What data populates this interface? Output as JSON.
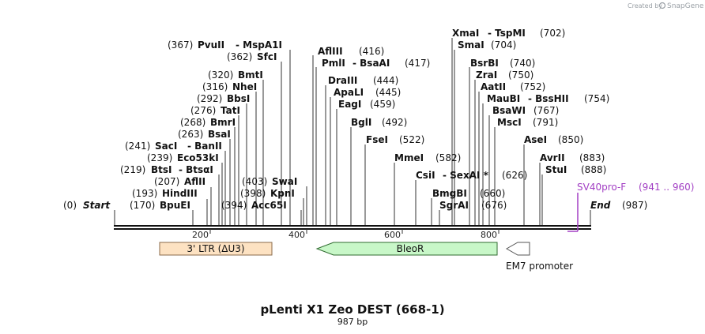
{
  "credit": {
    "text": "Created by",
    "brand": "SnapGene"
  },
  "title": "pLenti X1 Zeo DEST (668-1)",
  "subtitle": "987 bp",
  "ruler": {
    "ticks": [
      "200",
      "400",
      "600",
      "800"
    ]
  },
  "sites": [
    {
      "name": "Start",
      "pos": "(0)"
    },
    {
      "name": "End",
      "pos": "(987)"
    },
    {
      "name": "BpuEI",
      "pos": "(170)"
    },
    {
      "name": "HindIII",
      "pos": "(193)"
    },
    {
      "name": "AflII",
      "pos": "(207)"
    },
    {
      "name": "BtsI",
      "pos": "(219)",
      "extra": "- BtsαI"
    },
    {
      "name": "Eco53kI",
      "pos": "(239)"
    },
    {
      "name": "SacI",
      "pos": "(241)",
      "extra": "- BanII"
    },
    {
      "name": "BsaI",
      "pos": "(263)"
    },
    {
      "name": "BmrI",
      "pos": "(268)"
    },
    {
      "name": "TatI",
      "pos": "(276)"
    },
    {
      "name": "BbsI",
      "pos": "(292)"
    },
    {
      "name": "NheI",
      "pos": "(316)"
    },
    {
      "name": "BmtI",
      "pos": "(320)"
    },
    {
      "name": "SfcI",
      "pos": "(362)"
    },
    {
      "name": "PvuII",
      "pos": "(367)",
      "extra": "- MspA1I"
    },
    {
      "name": "Acc65I",
      "pos": "(394)"
    },
    {
      "name": "KpnI",
      "pos": "(398)"
    },
    {
      "name": "SwaI",
      "pos": "(403)"
    },
    {
      "name": "AflIII",
      "pos": "(416)"
    },
    {
      "name": "PmlI",
      "pos": "(417)",
      "extra": "- BsaAI"
    },
    {
      "name": "DraIII",
      "pos": "(444)"
    },
    {
      "name": "ApaLI",
      "pos": "(445)"
    },
    {
      "name": "EagI",
      "pos": "(459)"
    },
    {
      "name": "BglI",
      "pos": "(492)"
    },
    {
      "name": "FseI",
      "pos": "(522)"
    },
    {
      "name": "MmeI",
      "pos": "(582)"
    },
    {
      "name": "CsiI",
      "pos": "(626)",
      "extra": "- SexAI *"
    },
    {
      "name": "BmgBI",
      "pos": "(660)"
    },
    {
      "name": "SgrAI",
      "pos": "(676)"
    },
    {
      "name": "XmaI",
      "pos": "(702)",
      "extra": "- TspMI"
    },
    {
      "name": "SmaI",
      "pos": "(704)"
    },
    {
      "name": "BsrBI",
      "pos": "(740)"
    },
    {
      "name": "ZraI",
      "pos": "(750)"
    },
    {
      "name": "AatII",
      "pos": "(752)"
    },
    {
      "name": "MauBI",
      "pos": "(754)",
      "extra": "- BssHII"
    },
    {
      "name": "BsaWI",
      "pos": "(767)"
    },
    {
      "name": "MscI",
      "pos": "(791)"
    },
    {
      "name": "AseI",
      "pos": "(850)"
    },
    {
      "name": "AvrII",
      "pos": "(883)"
    },
    {
      "name": "StuI",
      "pos": "(888)"
    }
  ],
  "primer": {
    "name": "SV40pro-F",
    "range": "(941 .. 960)",
    "color": "#a23fc4"
  },
  "features": [
    {
      "name": "3' LTR (ΔU3)",
      "fill": "#fde2c2",
      "stroke": "#8a6a4a"
    },
    {
      "name": "BleoR",
      "fill": "#c8f7c8",
      "stroke": "#2f6b2f"
    },
    {
      "name": "EM7 promoter",
      "fill": "#ffffff",
      "stroke": "#555555"
    }
  ]
}
